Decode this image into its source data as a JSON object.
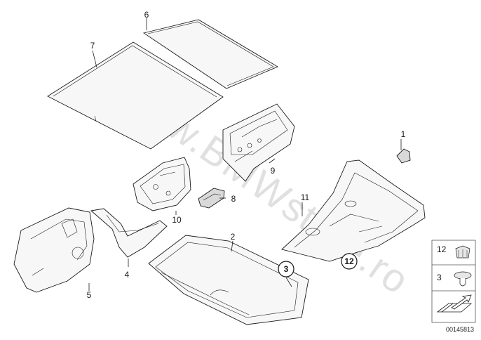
{
  "watermark": "www.BMWstore.ro",
  "callouts": {
    "c1": "1",
    "c2": "2",
    "c3": "3",
    "c4": "4",
    "c5": "5",
    "c6": "6",
    "c7": "7",
    "c8": "8",
    "c9": "9",
    "c10": "10",
    "c11": "11",
    "c12": "12"
  },
  "legend": {
    "row1": "12",
    "row2": "3"
  },
  "document_number": "00145813",
  "colors": {
    "line": "#1a1a1a",
    "fill": "#f7f7f7",
    "watermark": "#c8c8c8"
  }
}
